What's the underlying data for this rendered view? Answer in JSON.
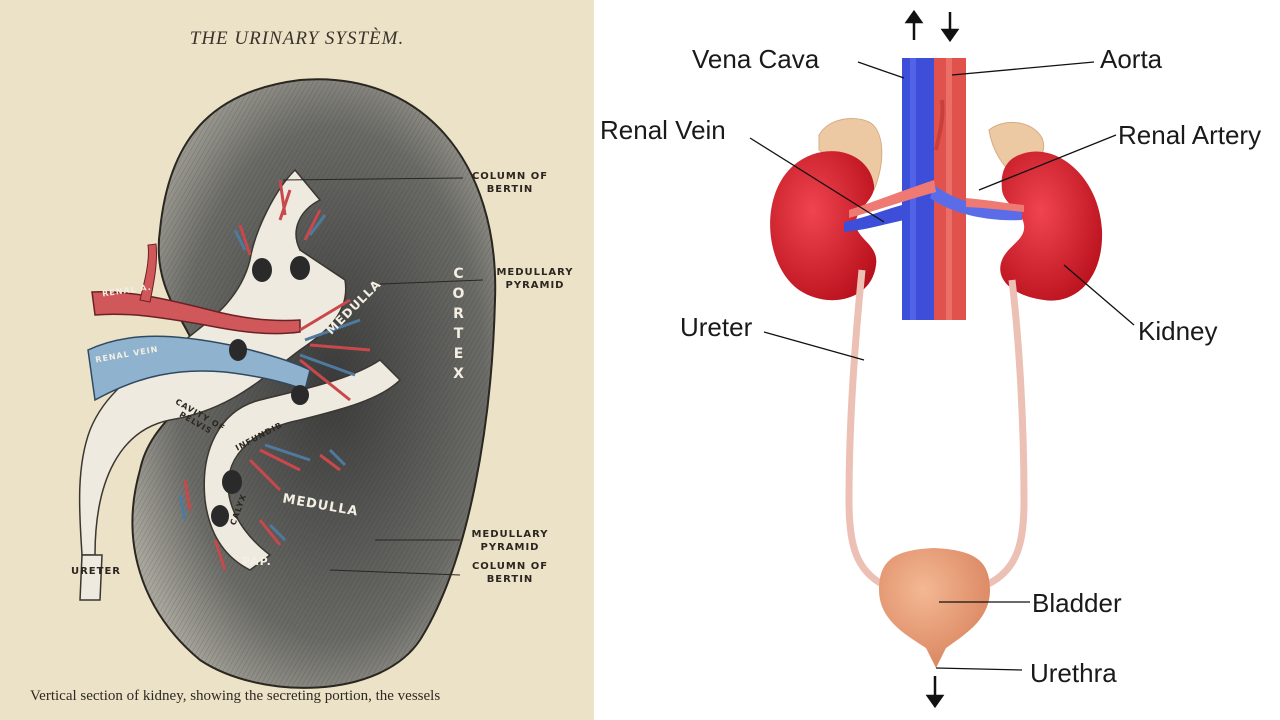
{
  "left_plate": {
    "title": "THE URINARY SYSTÈM.",
    "caption": "Vertical section of kidney, showing the secreting portion, the vessels",
    "labels": {
      "column_of_bertin_top": "COLUMN OF\nBERTIN",
      "medullary_pyramid_top": "MEDULLARY\nPYRAMID",
      "medullary_pyramid_bottom": "MEDULLARY\nPYRAMID",
      "column_of_bertin_bottom": "COLUMN OF\nBERTIN",
      "ureter": "URETER",
      "renal_artery": "RENAL A.",
      "renal_vein": "RENAL VEIN",
      "medulla_upper": "MEDULLA",
      "medulla_lower": "MEDULLA",
      "cortex": "CORTEX",
      "cavity_of_pelvis": "CAVITY OF\nPELVIS",
      "infundib": "INFUNDIB",
      "calyx": "CALYX",
      "pap": "PAP."
    }
  },
  "right_diagram": {
    "labels": {
      "vena_cava": "Vena Cava",
      "aorta": "Aorta",
      "renal_vein": "Renal Vein",
      "renal_artery": "Renal Artery",
      "ureter": "Ureter",
      "kidney": "Kidney",
      "bladder": "Bladder",
      "urethra": "Urethra"
    },
    "colors": {
      "vein": "#3d4fd8",
      "artery": "#e2524c",
      "kidney": "#d81f2a",
      "adrenal": "#ecc9a3",
      "bladder": "#e8a27c",
      "ureter": "#ecc0b4"
    }
  }
}
